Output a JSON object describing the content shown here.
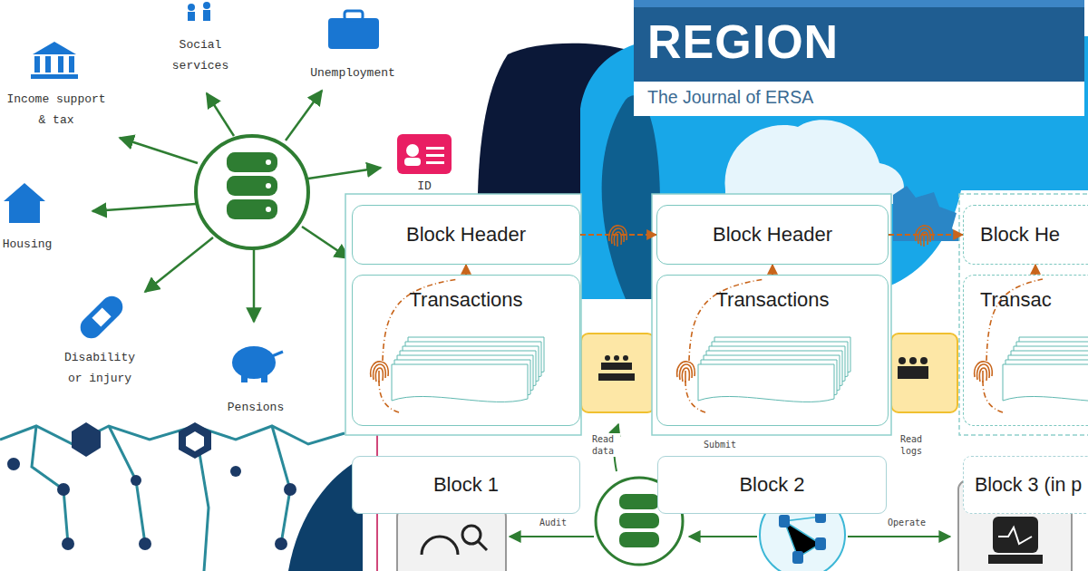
{
  "diagram": {
    "nodes": [
      {
        "text": [
          "REGION",
          "The Journal of ERSA"
        ]
      },
      {
        "text": [
          "Block Header"
        ]
      },
      {
        "text": [
          "Transactions"
        ]
      },
      {
        "text": [
          "Block 1"
        ]
      },
      {
        "text": [
          "Block Header"
        ]
      },
      {
        "text": [
          "Transactions"
        ]
      },
      {
        "text": [
          "Block 2"
        ]
      },
      {
        "text": [
          "Block He"
        ]
      },
      {
        "text": [
          "Transac"
        ]
      },
      {
        "text": [
          "Block 3 (in p"
        ]
      }
    ],
    "edges": [
      {
        "from": 2,
        "to": 1,
        "arrow": "to"
      },
      {
        "from": 1,
        "to": 4,
        "arrow": "to"
      },
      {
        "from": 5,
        "to": 4,
        "arrow": "to"
      },
      {
        "from": 4,
        "to": 7,
        "arrow": "to"
      },
      {
        "from": 8,
        "to": 7,
        "arrow": "to"
      }
    ],
    "labels": [
      "Social services",
      "Unemployment",
      "Income support & tax",
      "ID",
      "Housing",
      "Disability or injury",
      "Pensions",
      "Read data",
      "Submit",
      "Read logs",
      "Audit",
      "Operate"
    ]
  }
}
